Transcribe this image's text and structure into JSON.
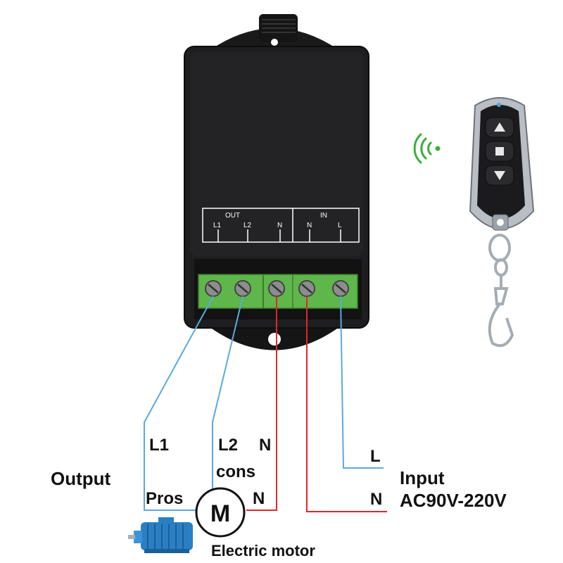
{
  "module": {
    "out_header": "OUT",
    "in_header": "IN",
    "terminals": [
      "L1",
      "L2",
      "N",
      "N",
      "L"
    ]
  },
  "labels": {
    "l1": "L1",
    "l2": "L2",
    "n_top": "N",
    "cons": "cons",
    "output": "Output",
    "pros": "Pros",
    "n_bottom": "N",
    "motor_letter": "M",
    "electric_motor": "Electric motor",
    "input_l": "L",
    "input": "Input",
    "input_n": "N",
    "voltage": "AC90V-220V"
  },
  "remote": {
    "buttons": [
      "up-arrow",
      "stop-square",
      "down-arrow"
    ]
  },
  "colors": {
    "blue_wire": "#5aa9dc",
    "red_wire": "#e0262c",
    "terminal_green": "#5fb64a",
    "signal_green": "#3cae3c",
    "housing": "#1c1c1e",
    "motor_blue": "#2a7fc4"
  }
}
